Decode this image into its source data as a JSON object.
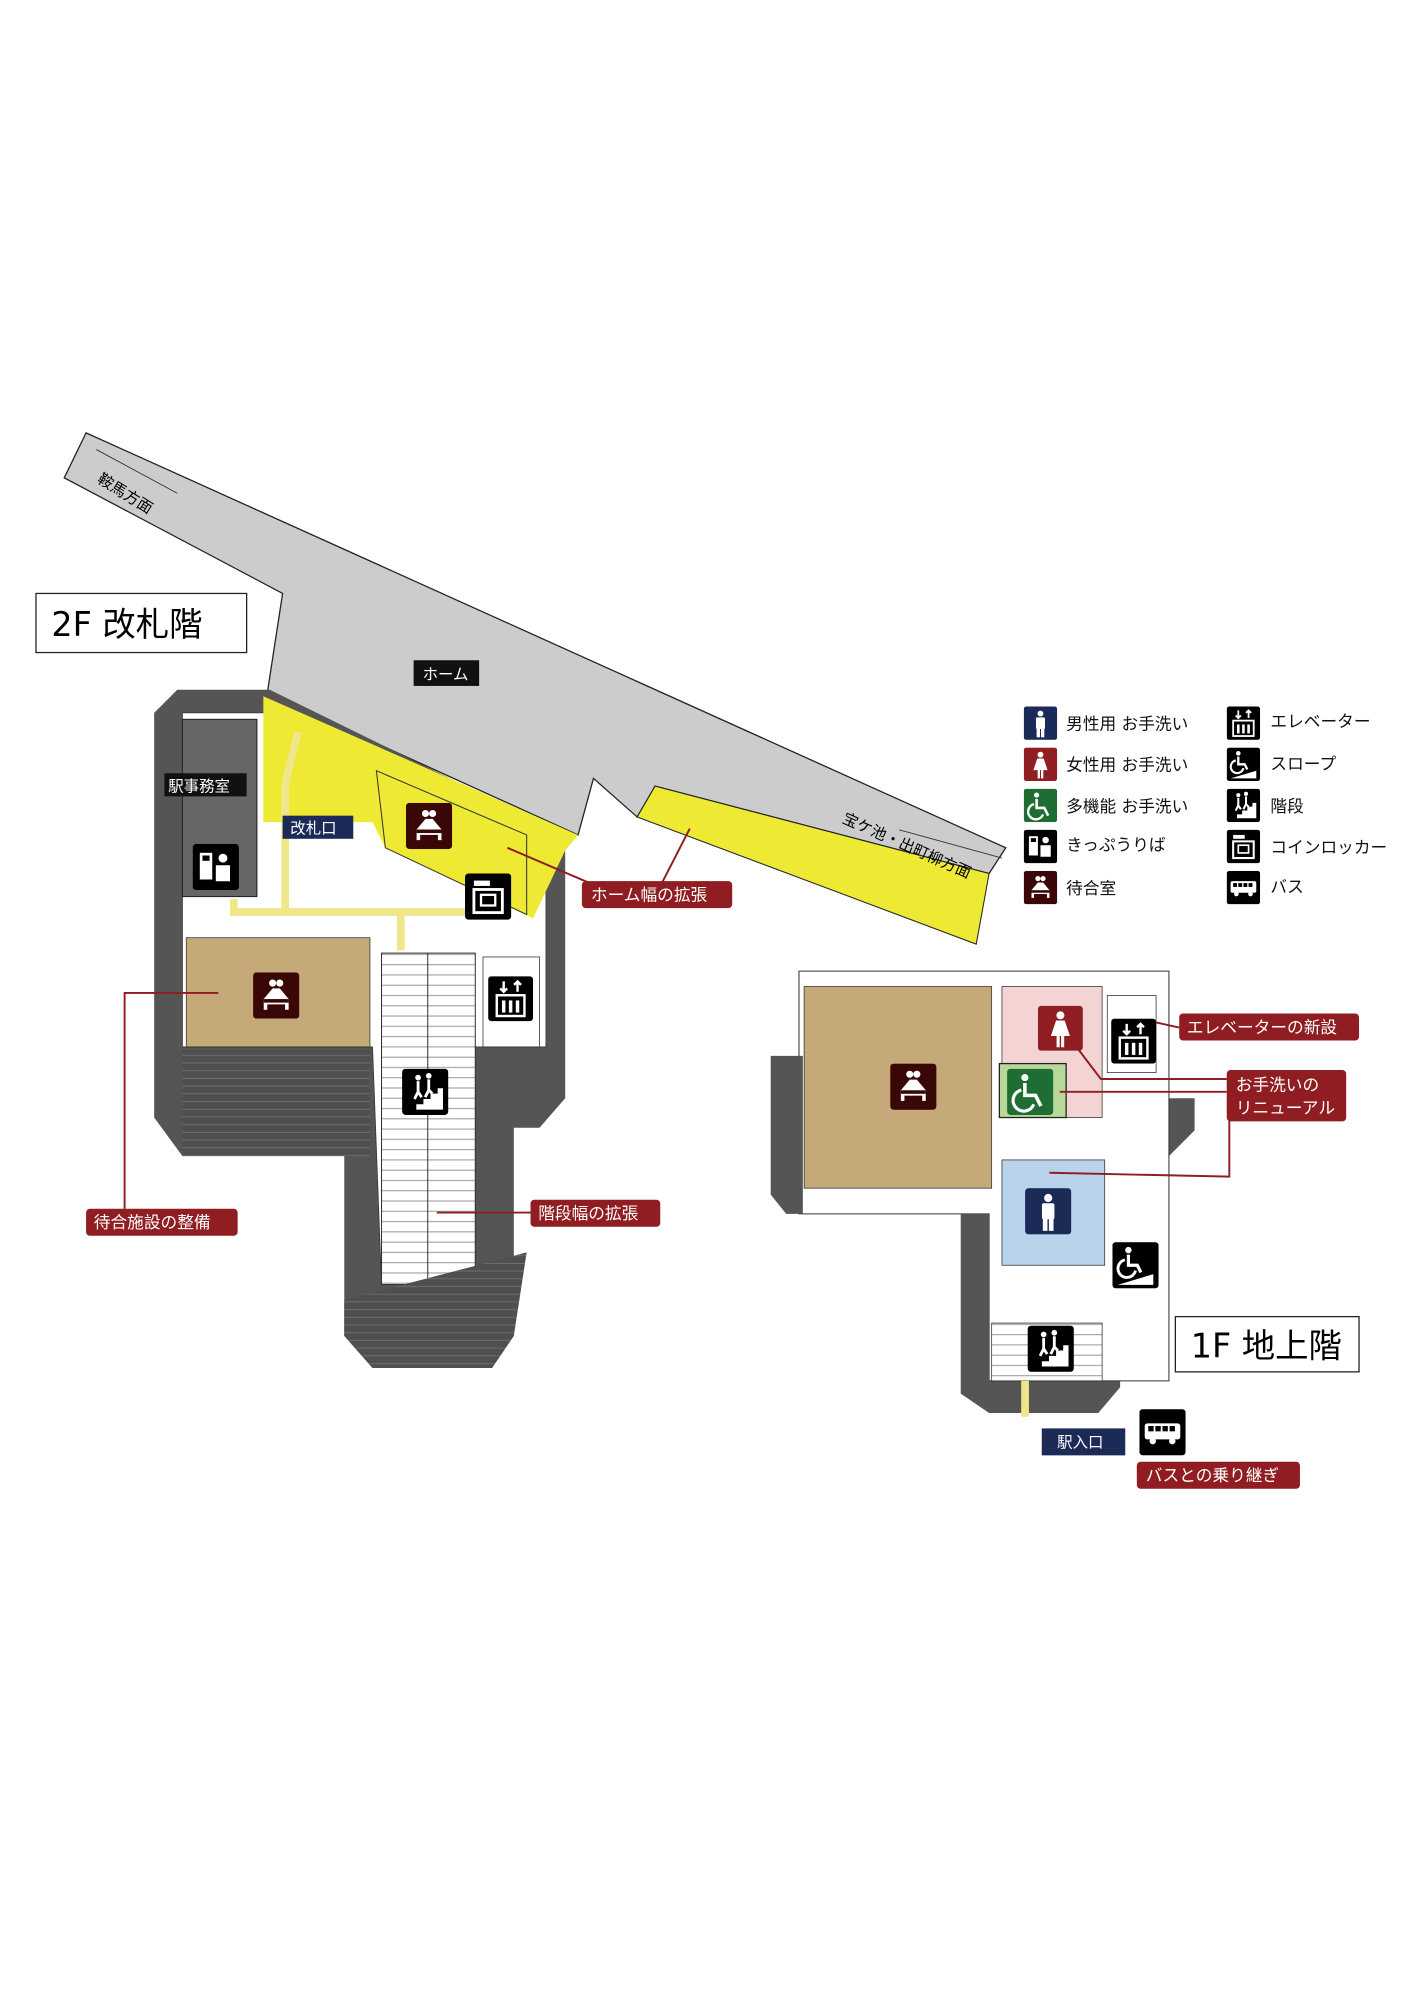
{
  "floors": {
    "f2": {
      "title": "2F 改札階",
      "platform_label": "ホーム",
      "direction_north": "鞍馬方面",
      "direction_south": "宝ケ池・出町柳方面",
      "office_label": "駅事務室",
      "gate_label": "改札口",
      "callouts": {
        "platform": "ホーム幅の拡張",
        "waiting": "待合施設の整備",
        "stairs": "階段幅の拡張"
      }
    },
    "f1": {
      "title": "1F 地上階",
      "entrance_label": "駅入口",
      "callouts": {
        "elevator": "エレベーターの新設",
        "toilet_line1": "お手洗いの",
        "toilet_line2": "リニューアル",
        "bus": "バスとの乗り継ぎ"
      }
    }
  },
  "legend": [
    {
      "icon": "men-toilet-icon",
      "label": "男性用 お手洗い",
      "color": "#1b2a57"
    },
    {
      "icon": "women-toilet-icon",
      "label": "女性用 お手洗い",
      "color": "#8f1d22"
    },
    {
      "icon": "accessible-toilet-icon",
      "label": "多機能 お手洗い",
      "color": "#1e6e34"
    },
    {
      "icon": "ticket-machine-icon",
      "label": "きっぷうりば",
      "color": "#000000"
    },
    {
      "icon": "waiting-room-icon",
      "label": "待合室",
      "color": "#3a0707"
    },
    {
      "icon": "elevator-icon",
      "label": "エレベーター",
      "color": "#000000"
    },
    {
      "icon": "slope-icon",
      "label": "スロープ",
      "color": "#000000"
    },
    {
      "icon": "stairs-icon",
      "label": "階段",
      "color": "#000000"
    },
    {
      "icon": "coin-locker-icon",
      "label": "コインロッカー",
      "color": "#000000"
    },
    {
      "icon": "bus-icon",
      "label": "バス",
      "color": "#000000"
    }
  ],
  "colors": {
    "callout": "#8f1d22",
    "label_navy": "#1b2a57",
    "highlight_yellow": "#eeea33",
    "platform_gray": "#cccccc",
    "wall_dark": "#555555",
    "waiting_tan": "#c6a978"
  }
}
